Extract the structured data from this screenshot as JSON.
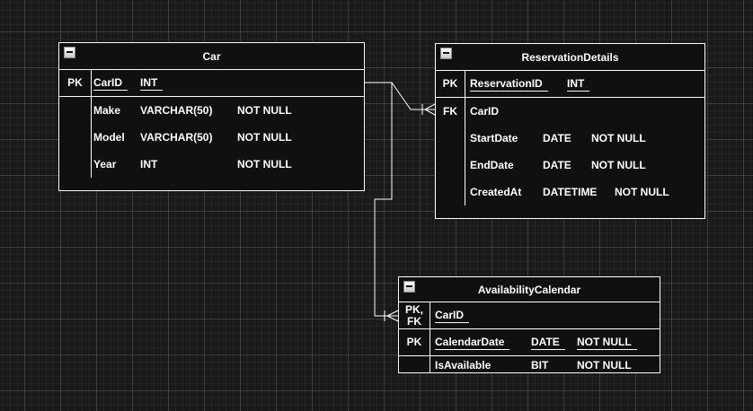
{
  "diagram": {
    "colors": {
      "canvas_bg": "#1a1a1a",
      "grid_minor": "#232323",
      "grid_major": "#3e3e3e",
      "table_fill": "#101010",
      "table_border": "#ffffff",
      "text": "#ffffff"
    },
    "tables": [
      {
        "id": "car",
        "title": "Car",
        "rows": [
          {
            "key": "PK",
            "name": "CarID",
            "type": "INT",
            "constraint": ""
          },
          {
            "key": "",
            "name": "Make",
            "type": "VARCHAR(50)",
            "constraint": "NOT NULL"
          },
          {
            "key": "",
            "name": "Model",
            "type": "VARCHAR(50)",
            "constraint": "NOT NULL"
          },
          {
            "key": "",
            "name": "Year",
            "type": "INT",
            "constraint": "NOT NULL"
          }
        ]
      },
      {
        "id": "reservation_details",
        "title": "ReservationDetails",
        "rows": [
          {
            "key": "PK",
            "name": "ReservationID",
            "type": "INT",
            "constraint": ""
          },
          {
            "key": "FK",
            "name": "CarID",
            "type": "",
            "constraint": ""
          },
          {
            "key": "",
            "name": "StartDate",
            "type": "DATE",
            "constraint": "NOT NULL"
          },
          {
            "key": "",
            "name": "EndDate",
            "type": "DATE",
            "constraint": "NOT NULL"
          },
          {
            "key": "",
            "name": "CreatedAt",
            "type": "DATETIME",
            "constraint": "NOT NULL"
          }
        ]
      },
      {
        "id": "availability_calendar",
        "title": "AvailabilityCalendar",
        "rows": [
          {
            "key": "PK,\nFK",
            "name": "CarID",
            "type": "",
            "constraint": ""
          },
          {
            "key": "PK",
            "name": "CalendarDate",
            "type": "DATE",
            "constraint": "NOT NULL"
          },
          {
            "key": "",
            "name": "IsAvailable",
            "type": "BIT",
            "constraint": "NOT NULL"
          }
        ]
      }
    ],
    "relationships": [
      {
        "from": "Car.CarID",
        "to": "ReservationDetails.CarID",
        "crow_foot_end": "ReservationDetails"
      },
      {
        "from": "Car.CarID",
        "to": "AvailabilityCalendar.CarID",
        "crow_foot_end": "AvailabilityCalendar"
      }
    ]
  }
}
